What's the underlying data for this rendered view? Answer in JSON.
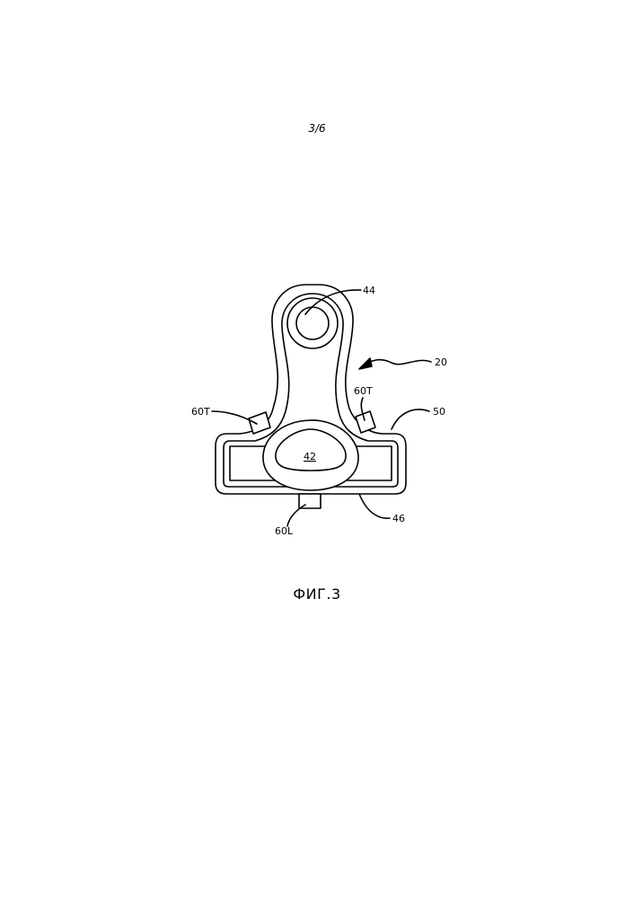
{
  "header": {
    "page_number": "3/6"
  },
  "figure": {
    "caption": "ФИГ.3",
    "reference_labels": {
      "ref_44": "44",
      "ref_20": "20",
      "ref_60T_left": "60T",
      "ref_60T_right": "60T",
      "ref_50": "50",
      "ref_42": "42",
      "ref_46": "46",
      "ref_60L": "60L"
    }
  }
}
